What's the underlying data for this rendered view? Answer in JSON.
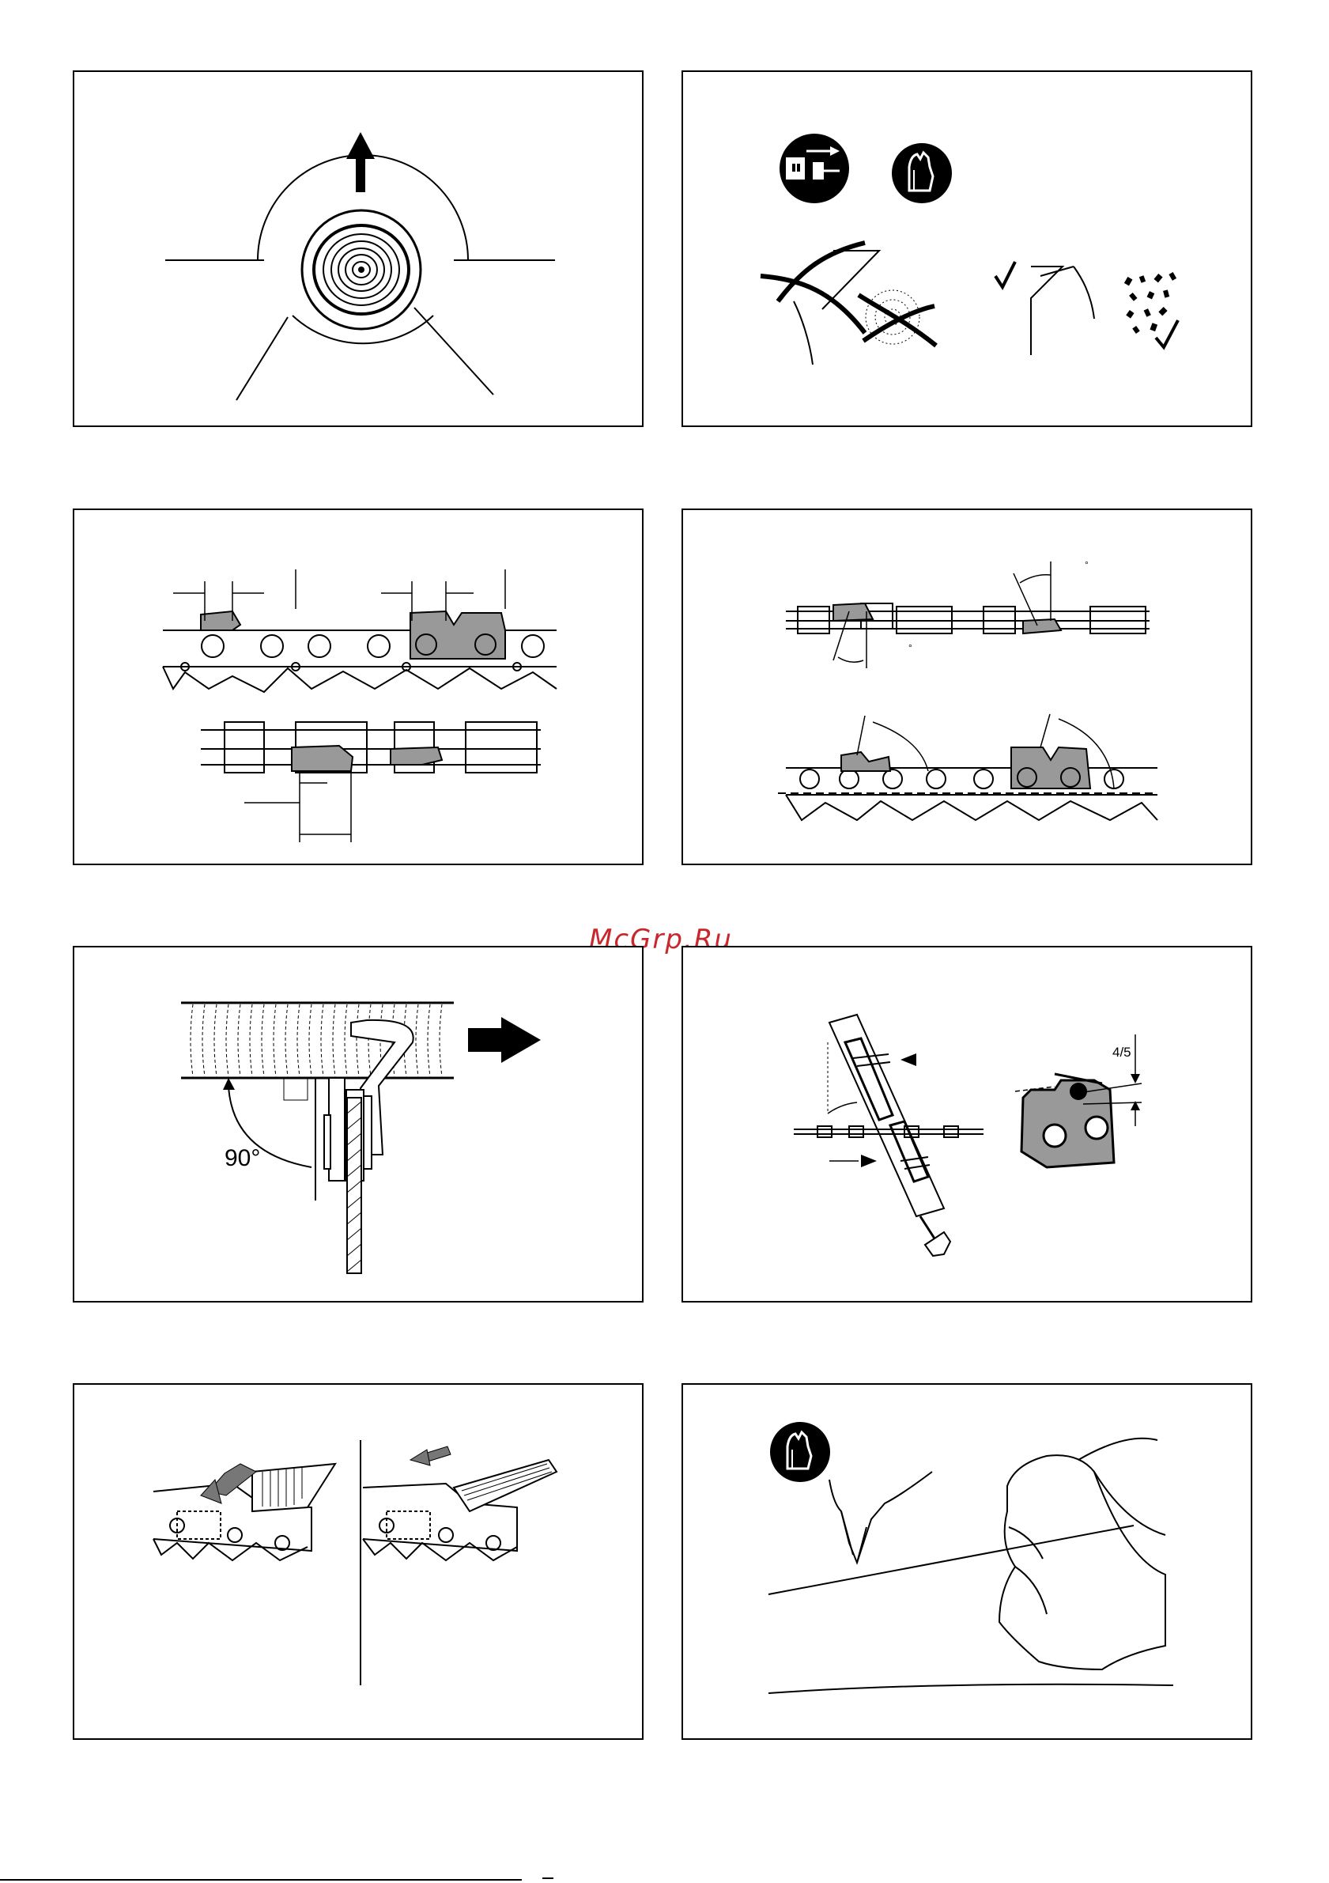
{
  "watermark": "McGrp.Ru",
  "figures": {
    "fig5": {
      "angle_label": "90°"
    },
    "fig6": {
      "fraction_label": "4/5"
    },
    "fig4": {
      "degree_mark_1": "°",
      "degree_mark_2": "°"
    }
  },
  "icons": [
    "unplug-icon",
    "gloves-icon",
    "cross-mark-icon",
    "check-mark-icon"
  ]
}
